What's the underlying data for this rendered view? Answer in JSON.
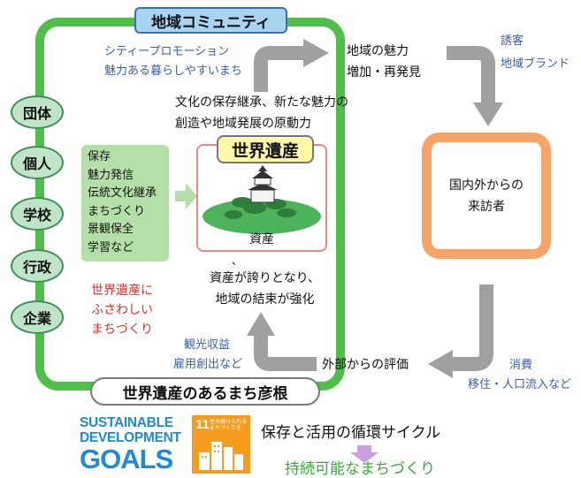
{
  "frame_title": "地域コミュニティ",
  "members": [
    "団体",
    "個人",
    "学校",
    "行政",
    "企業"
  ],
  "promotion": [
    "シティープロモーション",
    "魅力ある暮らしやすいまち"
  ],
  "drive": [
    "文化の保存継承、新たな魅力の",
    "創造や地域発展の原動力"
  ],
  "activities": [
    "保存",
    "魅力発信",
    "伝統文化継承",
    "まちづくり",
    "景観保全",
    "学習など"
  ],
  "suitable_town": [
    "世界遺産に",
    "ふさわしい",
    "まちづくり"
  ],
  "heritage": {
    "title": "世界遺産",
    "asset_label": "資産",
    "tick": "、"
  },
  "pride": [
    "資産が誇りとなり、",
    "地域の結束が強化"
  ],
  "attraction": [
    "地域の魅力",
    "増加・再発見"
  ],
  "invite": [
    "誘客",
    "地域ブランド"
  ],
  "visitors": [
    "国内外からの",
    "来訪者"
  ],
  "consumption": [
    "消費",
    "移住・人口流入など"
  ],
  "evaluation": "外部からの評価",
  "revenue": [
    "観光収益",
    "雇用創出など"
  ],
  "bottom_label": "世界遺産のあるまち彦根",
  "sdg_logo": [
    "SUSTAINABLE",
    "DEVELOPMENT",
    "GOALS"
  ],
  "sdg_goal": {
    "number": "11",
    "text": "住み続けられる まちづくりを"
  },
  "cycle_caption": "保存と活用の循環サイクル",
  "result_caption": "持続可能なまちづくり",
  "colors": {
    "frame": "#4fbf4a",
    "arrow": "#a0a0a0",
    "visitor_frame": "#f5a56a",
    "result_arrow": "#c9a0dc",
    "result_text": "#3ba83b"
  }
}
